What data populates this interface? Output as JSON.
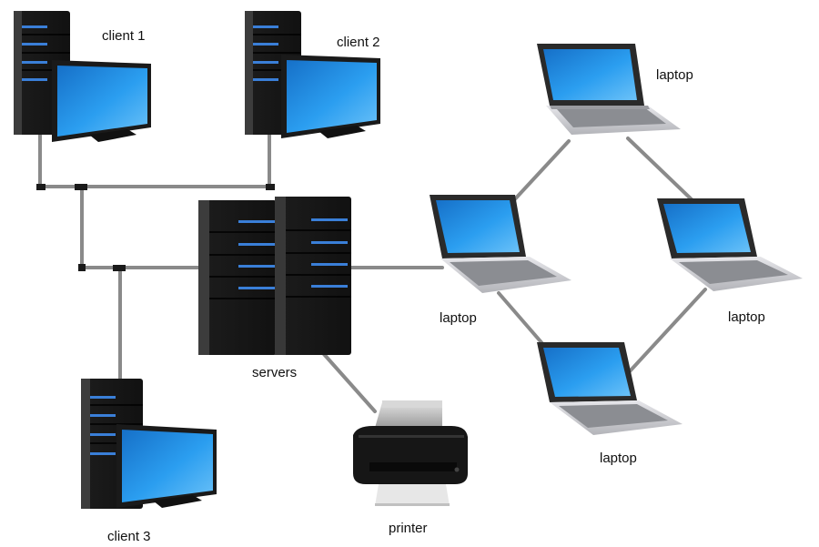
{
  "nodes": {
    "client1": {
      "label": "client 1"
    },
    "client2": {
      "label": "client 2"
    },
    "client3": {
      "label": "client 3"
    },
    "servers": {
      "label": "servers"
    },
    "printer": {
      "label": "printer"
    },
    "laptop_top": {
      "label": "laptop"
    },
    "laptop_left": {
      "label": "laptop"
    },
    "laptop_right": {
      "label": "laptop"
    },
    "laptop_bottom": {
      "label": "laptop"
    }
  },
  "colors": {
    "tower_body": "#1e1e1e",
    "tower_side": "#303030",
    "led_blue": "#3a7fd8",
    "screen_blue": "#1f8fe0",
    "monitor_frame": "#222222",
    "laptop_silver": "#c8c8cc",
    "keyboard": "#8b8d92",
    "cable": "#8a8a8a",
    "printer_body": "#1a1a1a",
    "printer_top": "#c8c8c8"
  }
}
